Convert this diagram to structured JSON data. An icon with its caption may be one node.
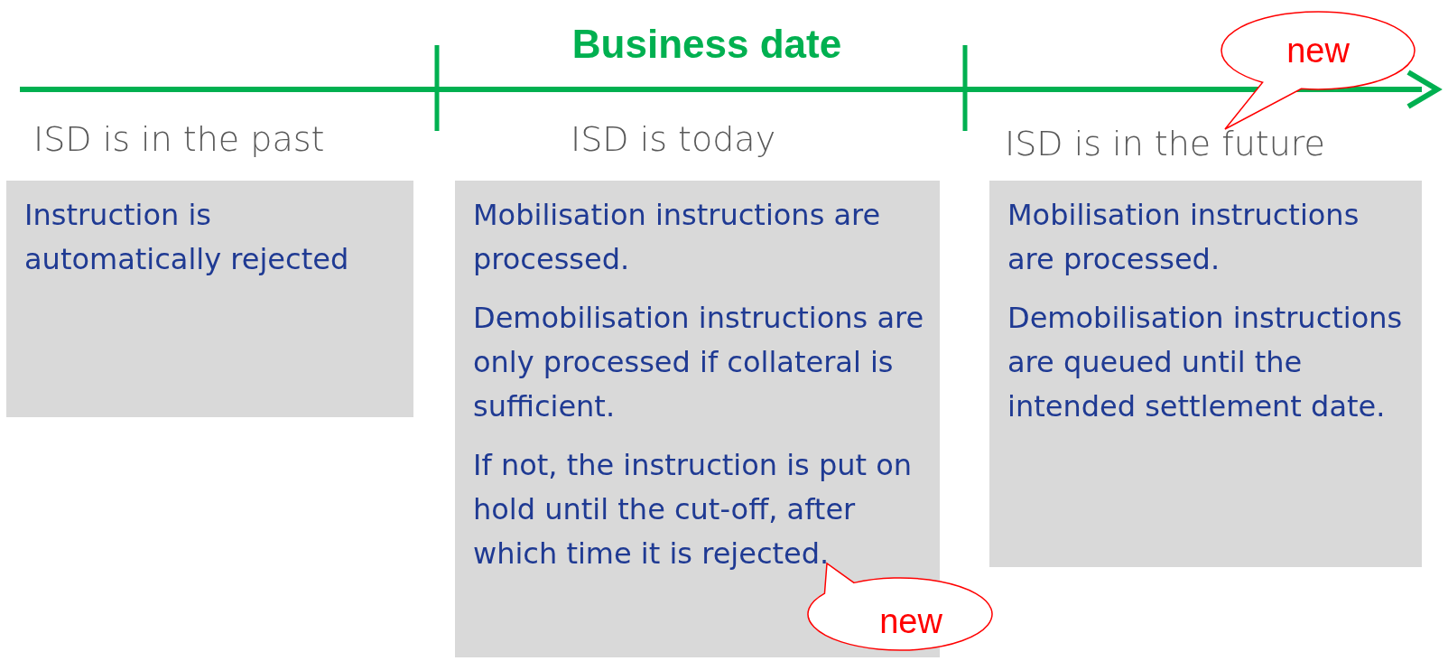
{
  "diagram": {
    "title": "Business date",
    "nodes": [
      {
        "text": [
          "ISD is in the past",
          "Instruction is automatically rejected"
        ]
      },
      {
        "text": [
          "ISD is today",
          "Mobilisation instructions are processed.",
          "Demobilisation instructions are only processed if collateral is sufficient.",
          "If not, the instruction is put on hold until the cut-off, after which time it is rejected."
        ]
      },
      {
        "text": [
          "ISD is in the future",
          "Mobilisation instructions are processed.",
          "Demobilisation instructions are queued until the intended settlement date."
        ]
      },
      {
        "text": [
          "new"
        ]
      },
      {
        "text": [
          "new"
        ]
      }
    ]
  }
}
